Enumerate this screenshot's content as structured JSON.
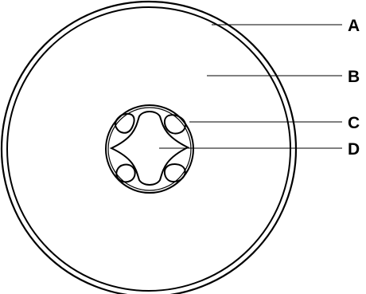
{
  "diagram": {
    "labels": [
      {
        "id": "A",
        "text": "A"
      },
      {
        "id": "B",
        "text": "B"
      },
      {
        "id": "C",
        "text": "C"
      },
      {
        "id": "D",
        "text": "D"
      }
    ]
  }
}
